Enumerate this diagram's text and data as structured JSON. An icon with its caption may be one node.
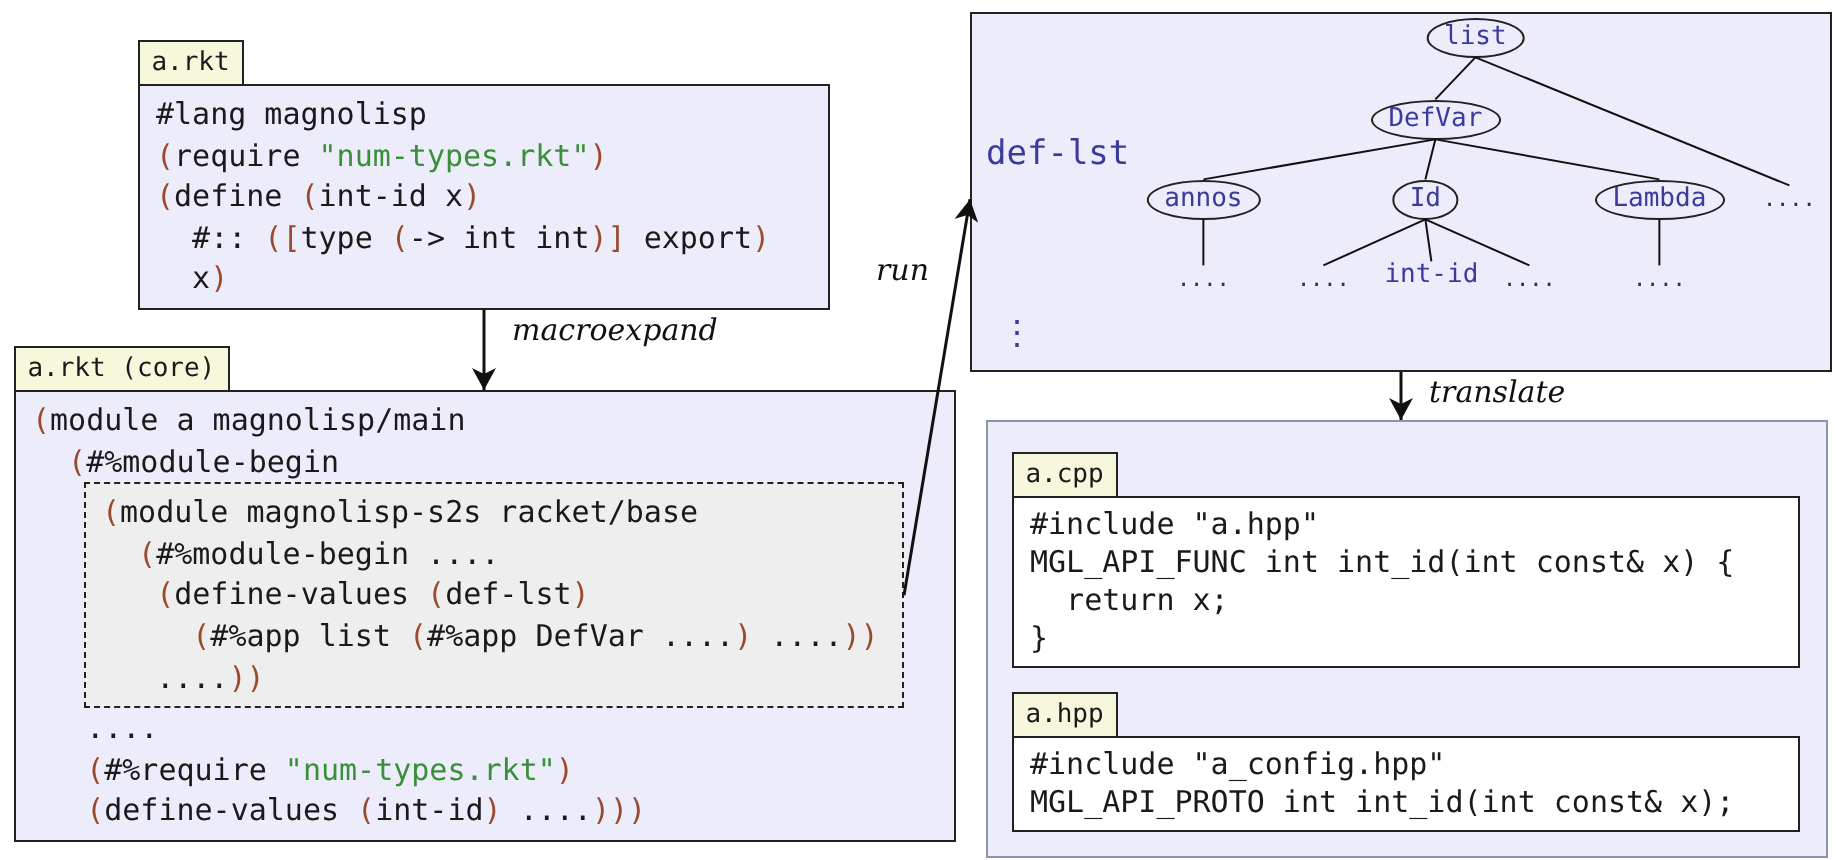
{
  "diagram": {
    "nodes": [
      {
        "text": [
          "a.rkt",
          "#lang magnolisp",
          "(require \"num-types.rkt\")",
          "(define (int-id x)",
          "#:: ([type (-> int int)] export)",
          "x)"
        ]
      },
      {
        "text": [
          "a.rkt (core)",
          "(module a magnolisp/main",
          "(#%module-begin",
          "....",
          "(#%require \"num-types.rkt\")",
          "(define-values (int-id) ....)))"
        ]
      },
      {
        "text": [
          "(module magnolisp-s2s racket/base",
          "(#%module-begin ....",
          "(define-values (def-lst)",
          "(#%app list (#%app DefVar ....) ....))",
          "....))"
        ],
        "in": 1
      },
      {
        "text": [
          "def-lst",
          "⋮"
        ]
      },
      {
        "text": [
          "list"
        ],
        "in": 3
      },
      {
        "text": [
          "DefVar"
        ],
        "in": 3
      },
      {
        "text": [
          "annos"
        ],
        "in": 3
      },
      {
        "text": [
          "Id"
        ],
        "in": 3
      },
      {
        "text": [
          "Lambda"
        ],
        "in": 3
      },
      {
        "text": [
          "...."
        ],
        "in": 3
      },
      {
        "text": [
          "...."
        ],
        "in": 3
      },
      {
        "text": [
          "...."
        ],
        "in": 3
      },
      {
        "text": [
          "int-id"
        ],
        "in": 3
      },
      {
        "text": [
          "...."
        ],
        "in": 3
      },
      {
        "text": [
          "...."
        ],
        "in": 3
      },
      {
        "text": [],
        "shape": "box"
      },
      {
        "text": [
          "a.cpp",
          "#include \"a.hpp\"",
          "MGL_API_FUNC int int_id(int const& x) {",
          "return x;",
          "}"
        ],
        "in": 15
      },
      {
        "text": [
          "a.hpp",
          "#include \"a_config.hpp\"",
          "MGL_API_PROTO int int_id(int const& x);"
        ],
        "in": 15
      }
    ],
    "edges": [
      {
        "from": 0,
        "to": 1,
        "arrow": "to",
        "label": "macroexpand"
      },
      {
        "from": 2,
        "to": 3,
        "arrow": "to",
        "label": "run"
      },
      {
        "from": 3,
        "to": 15,
        "arrow": "to",
        "label": "translate"
      },
      {
        "from": 4,
        "to": 5,
        "arrow": "none"
      },
      {
        "from": 4,
        "to": 9,
        "arrow": "none"
      },
      {
        "from": 5,
        "to": 6,
        "arrow": "none"
      },
      {
        "from": 5,
        "to": 7,
        "arrow": "none"
      },
      {
        "from": 5,
        "to": 8,
        "arrow": "none"
      },
      {
        "from": 6,
        "to": 10,
        "arrow": "none"
      },
      {
        "from": 7,
        "to": 11,
        "arrow": "none"
      },
      {
        "from": 7,
        "to": 12,
        "arrow": "none"
      },
      {
        "from": 7,
        "to": 13,
        "arrow": "none"
      },
      {
        "from": 8,
        "to": 14,
        "arrow": "none"
      }
    ]
  }
}
